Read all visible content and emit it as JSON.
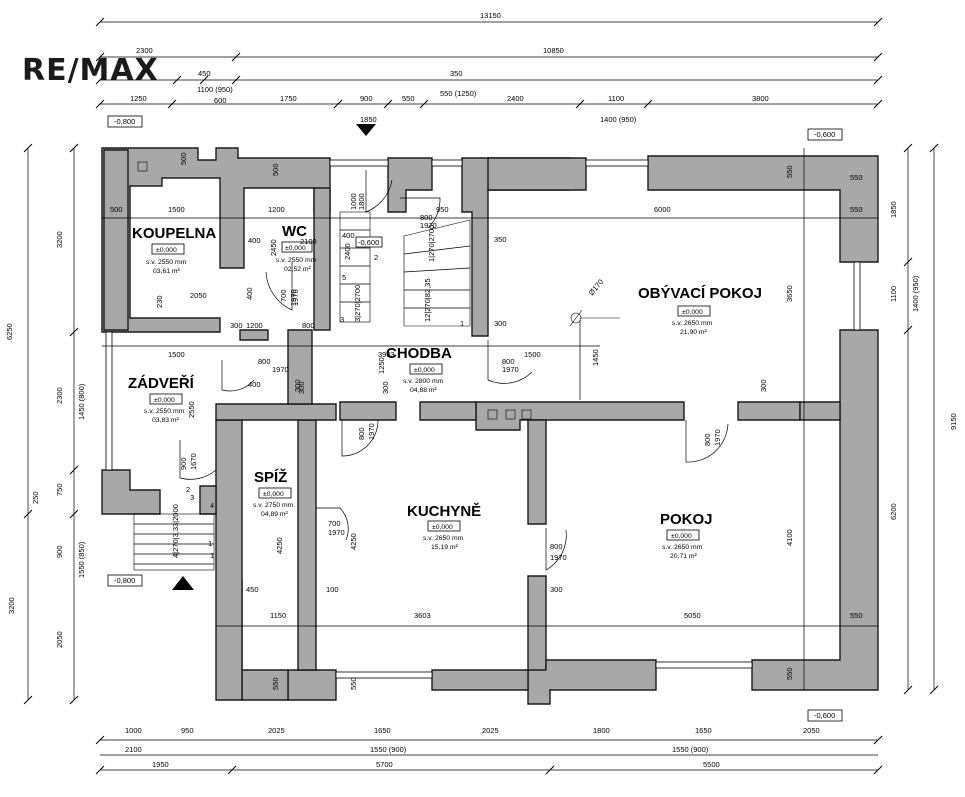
{
  "logo": {
    "text": "RE/MAX"
  },
  "colors": {
    "wall": "#a8a8a8",
    "line": "#000000",
    "background": "#ffffff"
  },
  "rooms": [
    {
      "name": "KOUPELNA",
      "level": "±0,000",
      "height": "s.v. 2550 mm",
      "area": "03,61 m²"
    },
    {
      "name": "WC",
      "level": "±0,000",
      "height": "s.v. 2550 mm",
      "area": "02,52 m²"
    },
    {
      "name": "OBÝVACÍ POKOJ",
      "level": "±0,000",
      "height": "s.v. 2650 mm",
      "area": "21,90 m²"
    },
    {
      "name": "CHODBA",
      "level": "±0,000",
      "height": "s.v. 2800 mm",
      "area": "04,88 m²"
    },
    {
      "name": "ZÁDVEŘÍ",
      "level": "±0,000",
      "height": "s.v. 2550 mm",
      "area": "03,83 m²"
    },
    {
      "name": "SPÍŽ",
      "level": "±0,000",
      "height": "s.v. 2750 mm",
      "area": "04,89 m²"
    },
    {
      "name": "KUCHYNĚ",
      "level": "±0,000",
      "height": "s.v. 2650 mm",
      "area": "15,19 m²"
    },
    {
      "name": "POKOJ",
      "level": "±0,000",
      "height": "s.v. 2650 mm",
      "area": "20,71 m²"
    }
  ],
  "outer_levels": [
    "-0,800",
    "-0,600",
    "-0,800",
    "-0,600"
  ],
  "dims_top": {
    "total": "13150",
    "left": "2300",
    "right": "10850",
    "row3": [
      "1250",
      "450",
      "600",
      "1100 (950)",
      "350"
    ],
    "row4": [
      "1750",
      "900",
      "550",
      "550 (1250)",
      "2400",
      "1100",
      "3800"
    ],
    "row5": [
      "1850",
      "1400 (950)"
    ]
  },
  "dims_bottom": {
    "row1": [
      "1000",
      "950",
      "2025",
      "1650",
      "2025",
      "1800",
      "1650",
      "2050"
    ],
    "row2": [
      "2100",
      "1550 (900)",
      "1550 (900)"
    ],
    "row3": [
      "1950",
      "5700",
      "5500"
    ]
  },
  "dims_left": {
    "outer": [
      "6250",
      "3200"
    ],
    "inner": [
      "3200",
      "2300",
      "1450 (800)",
      "750",
      "250",
      "900",
      "1550 (850)",
      "2050"
    ]
  },
  "dims_right": {
    "outer": "9150",
    "inner": [
      "1850",
      "1100",
      "1400 (950)",
      "6200"
    ]
  },
  "interior_dims": [
    "500",
    "500",
    "1500",
    "500",
    "1200",
    "400",
    "2450",
    "2100",
    "1970",
    "700",
    "2050",
    "230",
    "400",
    "1500",
    "800",
    "1970",
    "400",
    "2550",
    "1670",
    "900",
    "4",
    "3",
    "2",
    "1",
    "1800",
    "1000",
    "400",
    "-0,600",
    "800",
    "950",
    "1970",
    "2400",
    "3|270|2700",
    "1|270|2700",
    "12|270|82,35",
    "5",
    "3",
    "2",
    "1",
    "350",
    "300",
    "3903",
    "1250",
    "300",
    "300",
    "800",
    "1970",
    "800",
    "1500",
    "1970",
    "1450",
    "300",
    "800",
    "1970",
    "4|270|3,33|2000",
    "1",
    "6000",
    "550",
    "550",
    "3650",
    "300",
    "Ø170",
    "450",
    "4250",
    "1150",
    "700",
    "1970",
    "4250",
    "100",
    "3603",
    "550",
    "550",
    "800",
    "1970",
    "300",
    "4100",
    "5050",
    "550",
    "550",
    "550",
    "1200",
    "300",
    "1970",
    "800"
  ]
}
